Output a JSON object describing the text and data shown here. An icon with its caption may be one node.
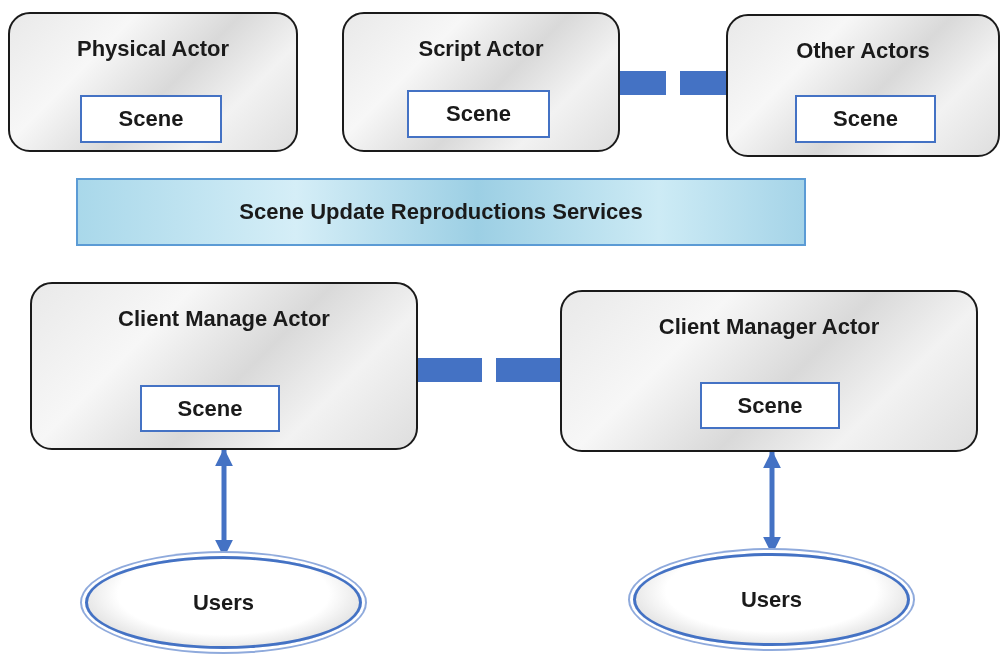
{
  "diagram": {
    "nodes": [
      {
        "text": [
          "Physical Actor"
        ]
      },
      {
        "text": [
          "Scene"
        ],
        "in": 0
      },
      {
        "text": [
          "Script Actor"
        ]
      },
      {
        "text": [
          "Scene"
        ],
        "in": 2
      },
      {
        "text": [
          "Other Actors"
        ]
      },
      {
        "text": [
          "Scene"
        ],
        "in": 4
      },
      {
        "text": [
          "Scene Update Reproductions Services"
        ]
      },
      {
        "text": [
          "Client Manage Actor"
        ]
      },
      {
        "text": [
          "Scene"
        ],
        "in": 7
      },
      {
        "text": [
          "Client Manager Actor"
        ]
      },
      {
        "text": [
          "Scene"
        ],
        "in": 9
      },
      {
        "text": [
          "Users"
        ]
      },
      {
        "text": [
          "Users"
        ]
      }
    ],
    "edges": [
      {
        "from": 2,
        "to": 4,
        "arrow": "none",
        "style": "dashed"
      },
      {
        "from": 7,
        "to": 9,
        "arrow": "none",
        "style": "dashed"
      },
      {
        "from": 7,
        "to": 11,
        "arrow": "both"
      },
      {
        "from": 9,
        "to": 12,
        "arrow": "both"
      }
    ]
  }
}
